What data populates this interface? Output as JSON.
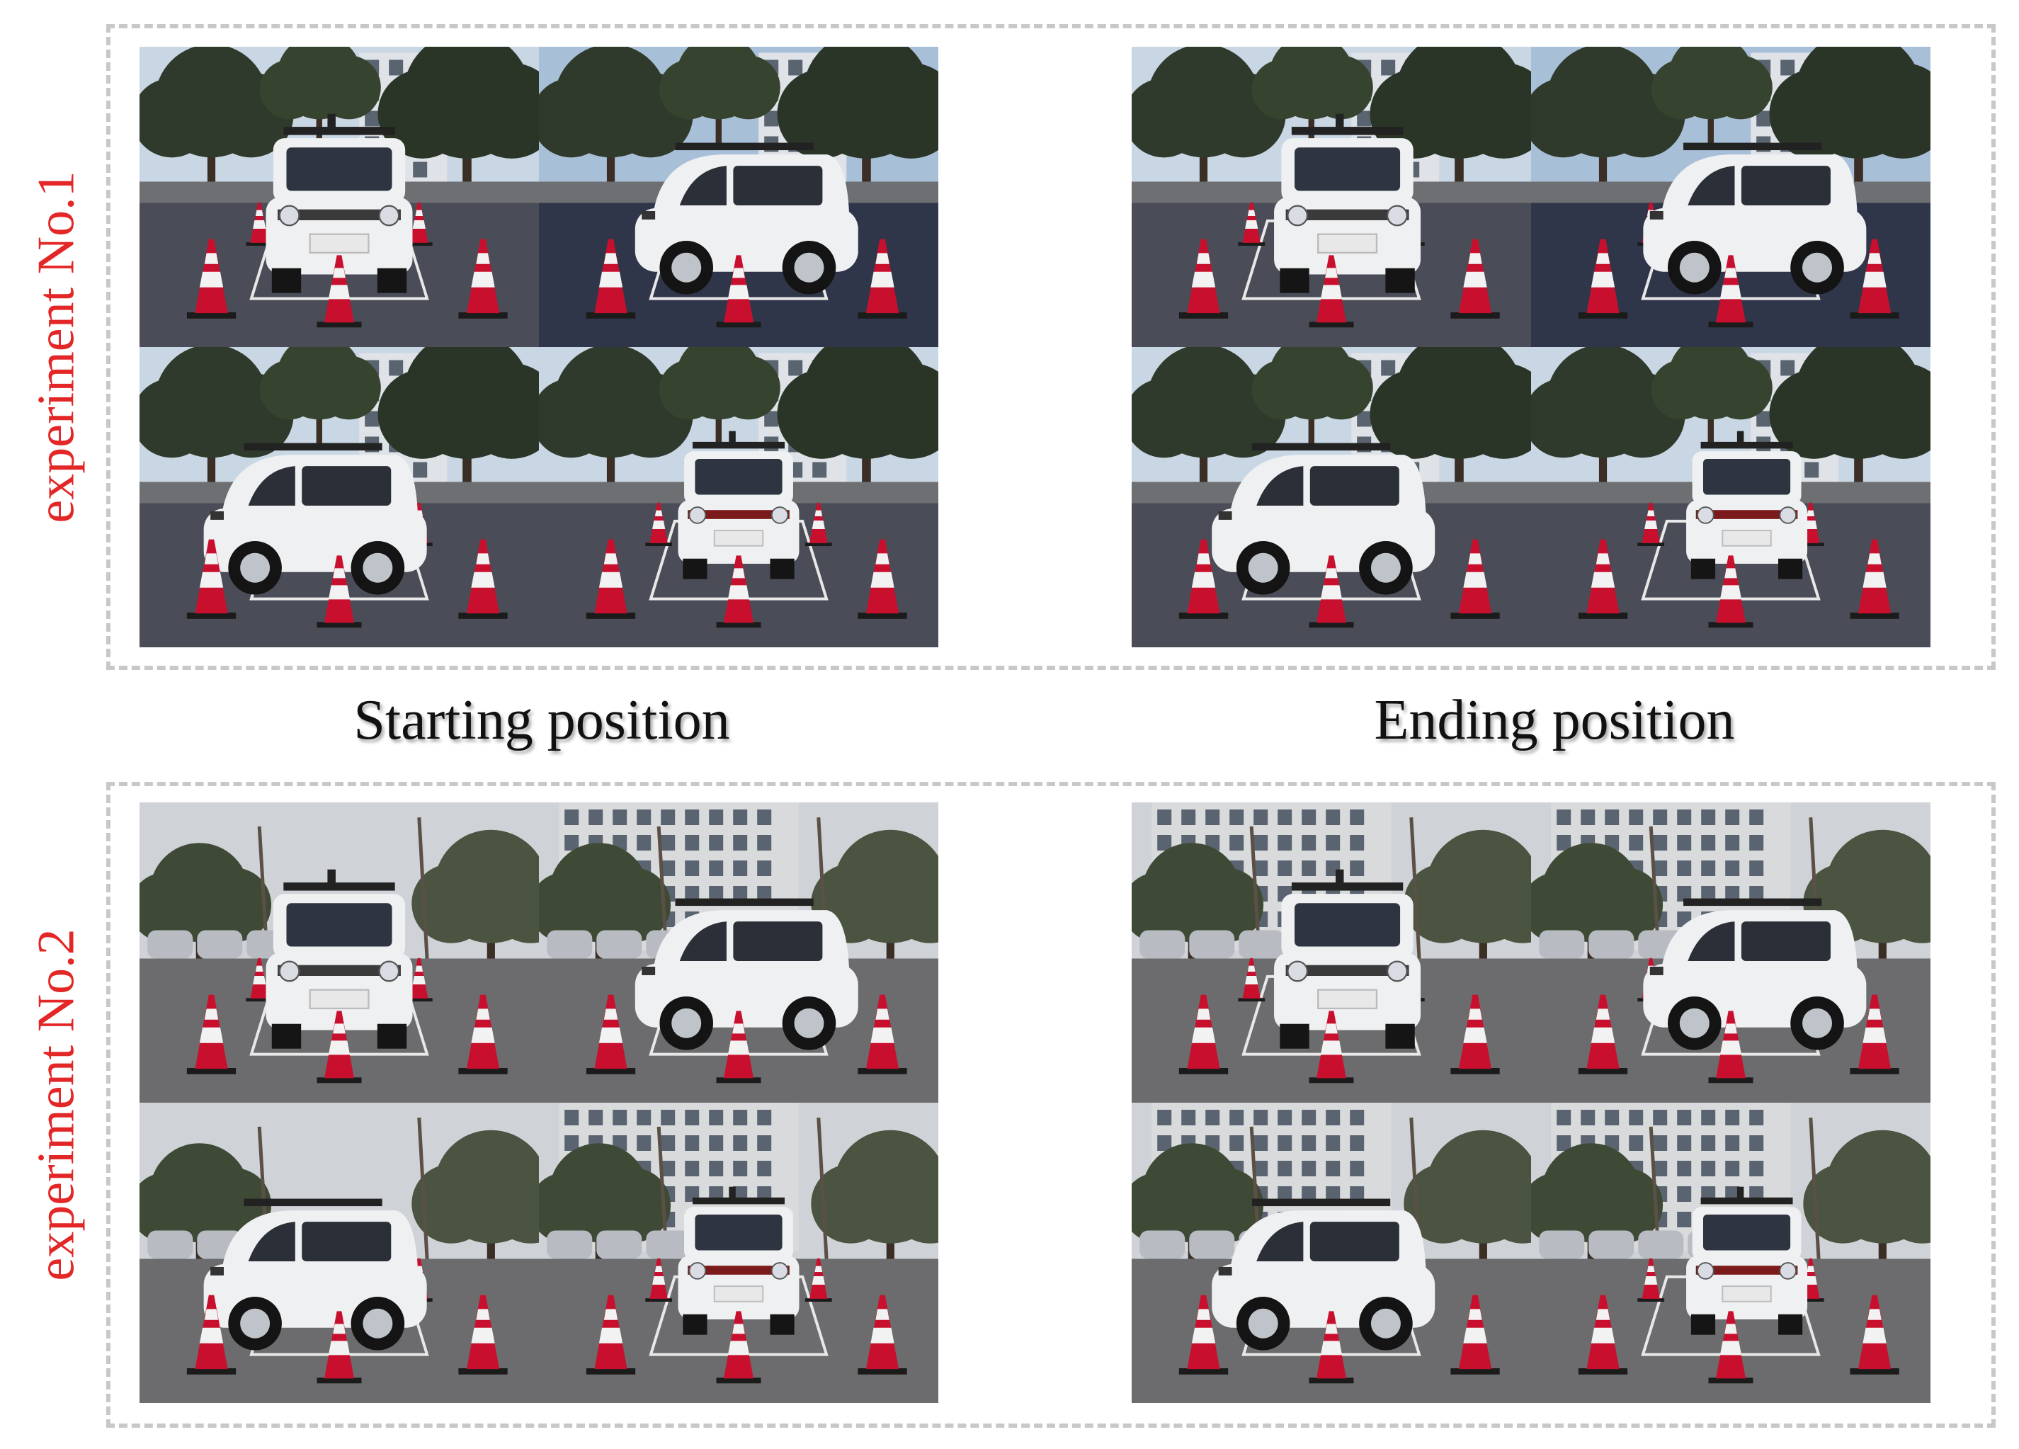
{
  "experiments": [
    {
      "id": "exp1",
      "label": "experiment No.1",
      "scene": "street"
    },
    {
      "id": "exp2",
      "label": "experiment No.2",
      "scene": "parking"
    }
  ],
  "captions": {
    "start": "Starting position",
    "end": "Ending position"
  },
  "views": [
    "front-view",
    "side-view",
    "side-view-left",
    "rear-view"
  ],
  "colors": {
    "label": "#e32626",
    "frame": "#c8c8c8",
    "cone_red": "#c8102e",
    "cone_white": "#f2f2f2",
    "car_body": "#eef0f2"
  }
}
